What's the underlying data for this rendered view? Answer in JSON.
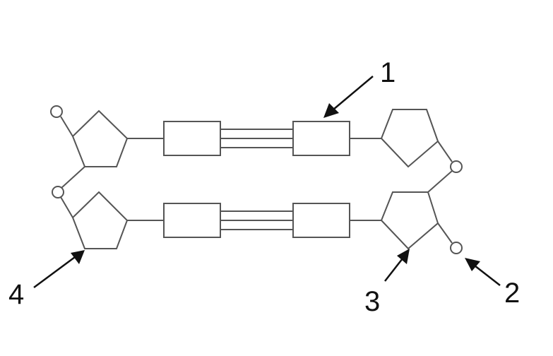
{
  "labels": {
    "l1": "1",
    "l2": "2",
    "l3": "3",
    "l4": "4"
  },
  "colors": {
    "stroke": "#555555",
    "arrow": "#111111",
    "background": "#ffffff"
  },
  "structure": {
    "strands": 2,
    "nucleotides_per_strand": 2,
    "hydrogen_bonds_per_pair": 3
  }
}
